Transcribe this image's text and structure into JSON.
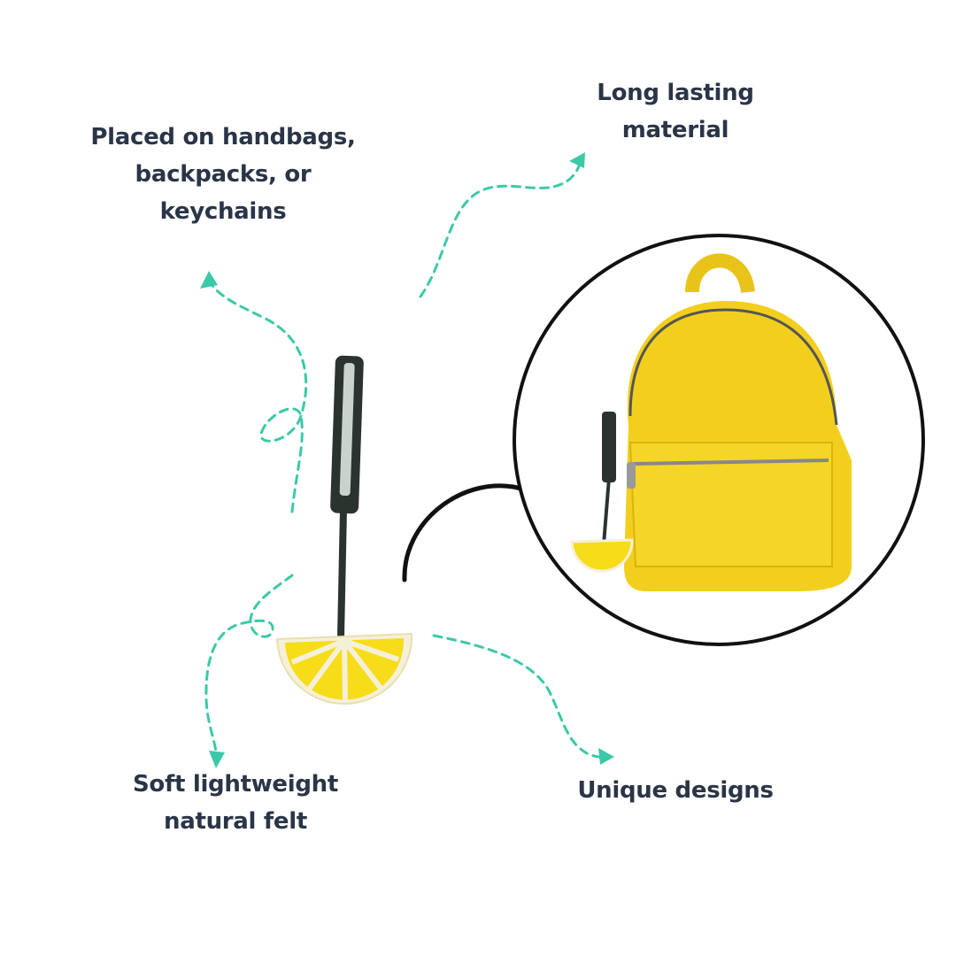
{
  "features": {
    "top_left": {
      "lines": [
        "Placed on handbags,",
        "backpacks, or",
        "keychains"
      ]
    },
    "top_right": {
      "lines": [
        "Long lasting",
        "material"
      ]
    },
    "bottom_left": {
      "lines": [
        "Soft lightweight",
        "natural felt"
      ]
    },
    "bottom_right": {
      "lines": [
        "Unique designs"
      ]
    }
  },
  "colors": {
    "text": "#2a3547",
    "accent_arrow": "#3cc9a8",
    "lemon": "#f7dc1a",
    "backpack": "#f2cf1d",
    "strap": "#2b332e"
  }
}
